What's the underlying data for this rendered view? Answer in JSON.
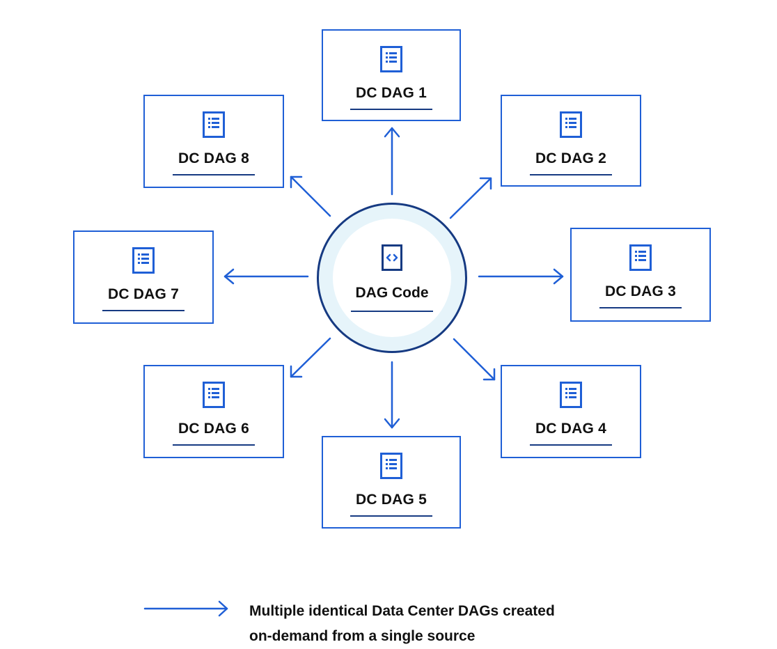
{
  "center": {
    "label": "DAG Code",
    "icon": "code-file-icon"
  },
  "nodes": [
    {
      "label": "DC DAG 1",
      "icon": "document-list-icon"
    },
    {
      "label": "DC DAG 2",
      "icon": "document-list-icon"
    },
    {
      "label": "DC DAG 3",
      "icon": "document-list-icon"
    },
    {
      "label": "DC DAG 4",
      "icon": "document-list-icon"
    },
    {
      "label": "DC DAG 5",
      "icon": "document-list-icon"
    },
    {
      "label": "DC DAG 6",
      "icon": "document-list-icon"
    },
    {
      "label": "DC DAG 7",
      "icon": "document-list-icon"
    },
    {
      "label": "DC DAG 8",
      "icon": "document-list-icon"
    }
  ],
  "legend": {
    "line1": "Multiple identical Data Center DAGs created",
    "line2": "on-demand from a single source"
  },
  "colors": {
    "accent": "#1f5fd6",
    "dark_navy": "#163a82",
    "center_ring": "#e6f4fa"
  }
}
